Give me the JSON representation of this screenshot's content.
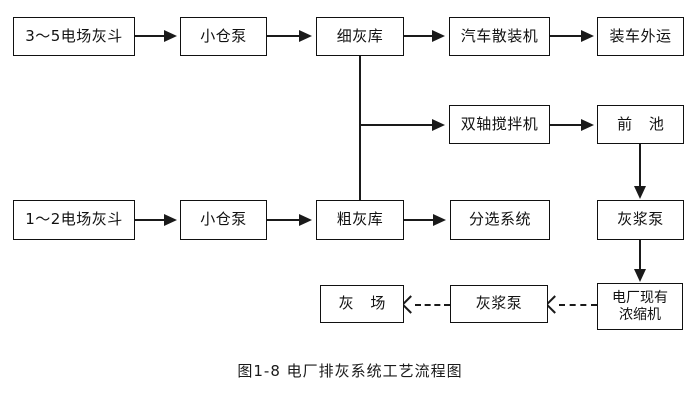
{
  "figure": {
    "caption": "图1-8    电厂排灰系统工艺流程图",
    "background_color": "#ffffff",
    "line_color": "#1a1a1a",
    "box_border_color": "#111111"
  },
  "nodes": {
    "hopper_35": "3～5电场灰斗",
    "pump_top": "小仓泵",
    "fine_ash_silo": "细灰库",
    "truck_bulk_loader": "汽车散装机",
    "truck_outbound": "装车外运",
    "twin_shaft_mixer": "双轴搅拌机",
    "front_pool": "前  池",
    "hopper_12": "1～2电场灰斗",
    "pump_bottom": "小仓泵",
    "coarse_ash_silo": "粗灰库",
    "sorting_system": "分选系统",
    "slurry_pump_right": "灰浆泵",
    "thickener": "电厂现有\n浓缩机",
    "slurry_pump_bottom": "灰浆泵",
    "ash_yard": "灰  场"
  },
  "edges": [
    {
      "from": "hopper_35",
      "to": "pump_top",
      "style": "solid",
      "direction": "right"
    },
    {
      "from": "pump_top",
      "to": "fine_ash_silo",
      "style": "solid",
      "direction": "right"
    },
    {
      "from": "fine_ash_silo",
      "to": "truck_bulk_loader",
      "style": "solid",
      "direction": "right"
    },
    {
      "from": "truck_bulk_loader",
      "to": "truck_outbound",
      "style": "solid",
      "direction": "right"
    },
    {
      "from": "fine_ash_silo",
      "to": "twin_shaft_mixer",
      "style": "solid",
      "direction": "right"
    },
    {
      "from": "fine_ash_silo",
      "to": "coarse_ash_silo",
      "style": "solid",
      "direction": "down"
    },
    {
      "from": "twin_shaft_mixer",
      "to": "front_pool",
      "style": "solid",
      "direction": "right"
    },
    {
      "from": "front_pool",
      "to": "slurry_pump_right",
      "style": "solid",
      "direction": "down"
    },
    {
      "from": "slurry_pump_right",
      "to": "thickener",
      "style": "solid",
      "direction": "down"
    },
    {
      "from": "hopper_12",
      "to": "pump_bottom",
      "style": "solid",
      "direction": "right"
    },
    {
      "from": "pump_bottom",
      "to": "coarse_ash_silo",
      "style": "solid",
      "direction": "right"
    },
    {
      "from": "coarse_ash_silo",
      "to": "sorting_system",
      "style": "solid",
      "direction": "right"
    },
    {
      "from": "thickener",
      "to": "slurry_pump_bottom",
      "style": "dashed",
      "direction": "left"
    },
    {
      "from": "slurry_pump_bottom",
      "to": "ash_yard",
      "style": "dashed",
      "direction": "left"
    }
  ]
}
